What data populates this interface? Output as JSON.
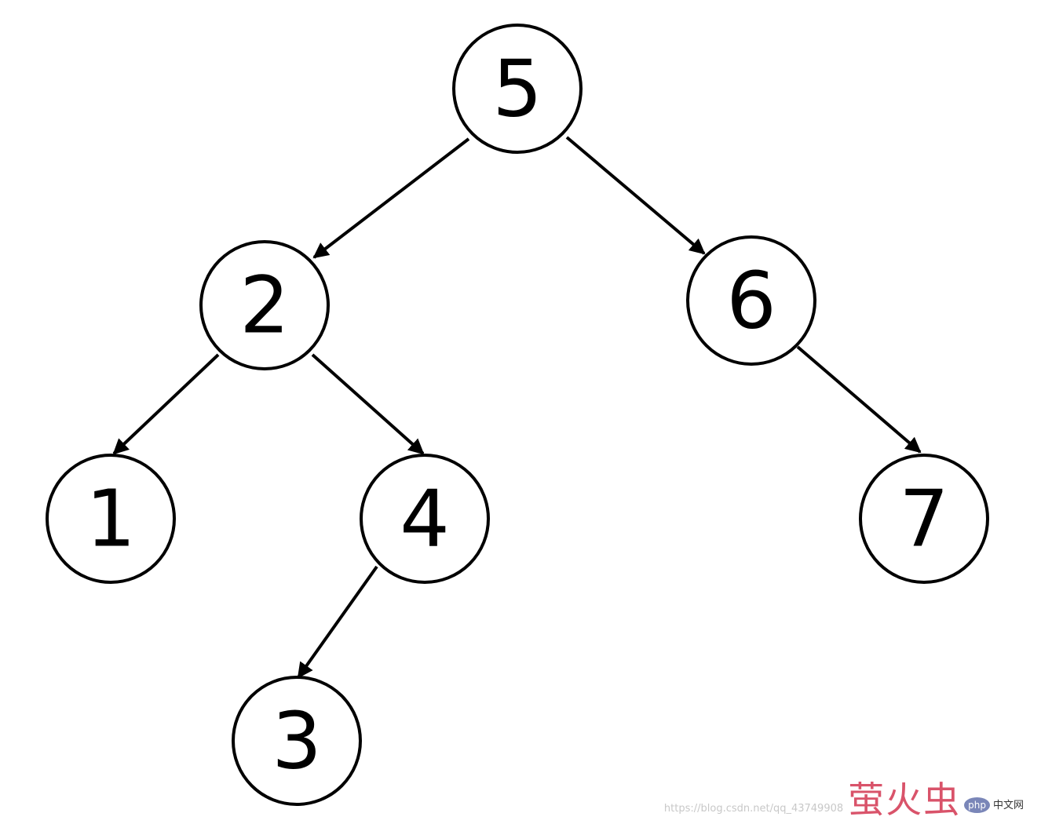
{
  "nodes": [
    {
      "id": "n5",
      "label": "5"
    },
    {
      "id": "n2",
      "label": "2"
    },
    {
      "id": "n6",
      "label": "6"
    },
    {
      "id": "n1",
      "label": "1"
    },
    {
      "id": "n4",
      "label": "4"
    },
    {
      "id": "n7",
      "label": "7"
    },
    {
      "id": "n3",
      "label": "3"
    }
  ],
  "edges": [
    {
      "from": "5",
      "to": "2"
    },
    {
      "from": "5",
      "to": "6"
    },
    {
      "from": "2",
      "to": "1"
    },
    {
      "from": "2",
      "to": "4"
    },
    {
      "from": "6",
      "to": "7"
    },
    {
      "from": "4",
      "to": "3"
    }
  ],
  "watermark": {
    "url_text": "https://blog.csdn.net/qq_43749908",
    "logo_text": "萤火虫",
    "php_badge": "php",
    "site_text": "中文网",
    "logo_color": "#d9536a"
  }
}
